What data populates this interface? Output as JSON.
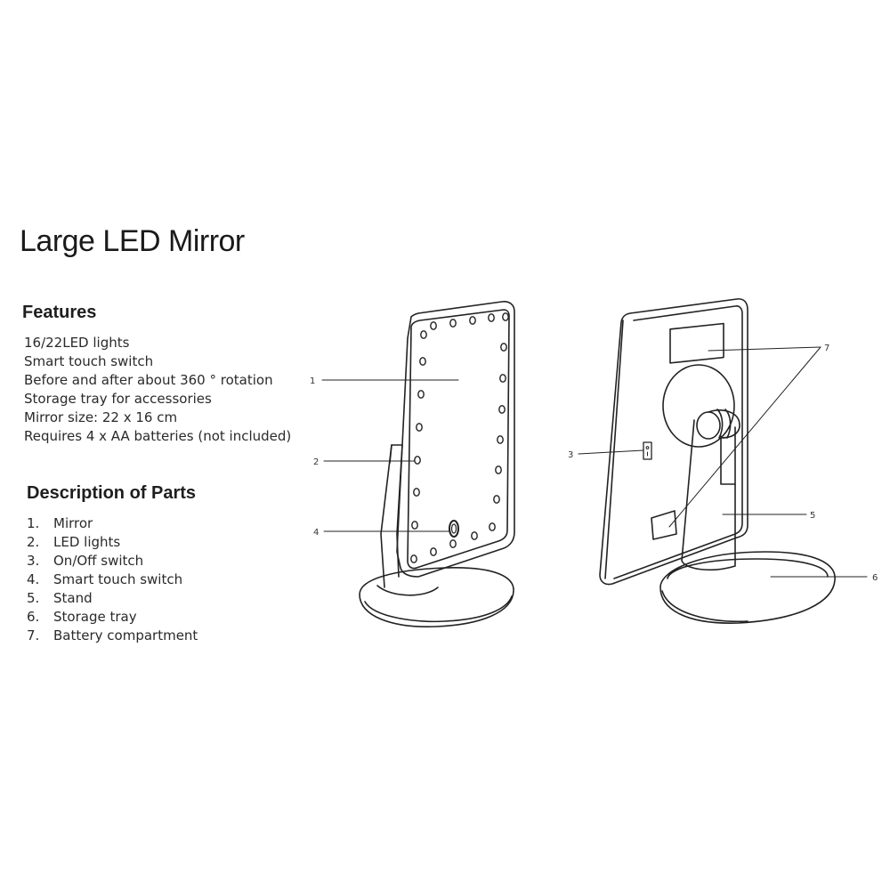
{
  "title": "Large LED Mirror",
  "features": {
    "heading": "Features",
    "items": [
      "16/22LED lights",
      "Smart touch switch",
      "Before and after about 360 ° rotation",
      "Storage tray for accessories",
      "Mirror size: 22 x 16 cm",
      "Requires 4 x AA batteries (not included)"
    ]
  },
  "parts": {
    "heading": "Description of Parts",
    "items": [
      {
        "num": "1.",
        "label": "Mirror"
      },
      {
        "num": "2.",
        "label": "LED lights"
      },
      {
        "num": "3.",
        "label": "On/Off switch"
      },
      {
        "num": "4.",
        "label": "Smart touch switch"
      },
      {
        "num": "5.",
        "label": "Stand"
      },
      {
        "num": "6.",
        "label": "Storage tray"
      },
      {
        "num": "7.",
        "label": "Battery compartment"
      }
    ]
  },
  "callouts": {
    "c1": "1",
    "c2": "2",
    "c3": "3",
    "c4": "4",
    "c5": "5",
    "c6": "6",
    "c7": "7"
  }
}
